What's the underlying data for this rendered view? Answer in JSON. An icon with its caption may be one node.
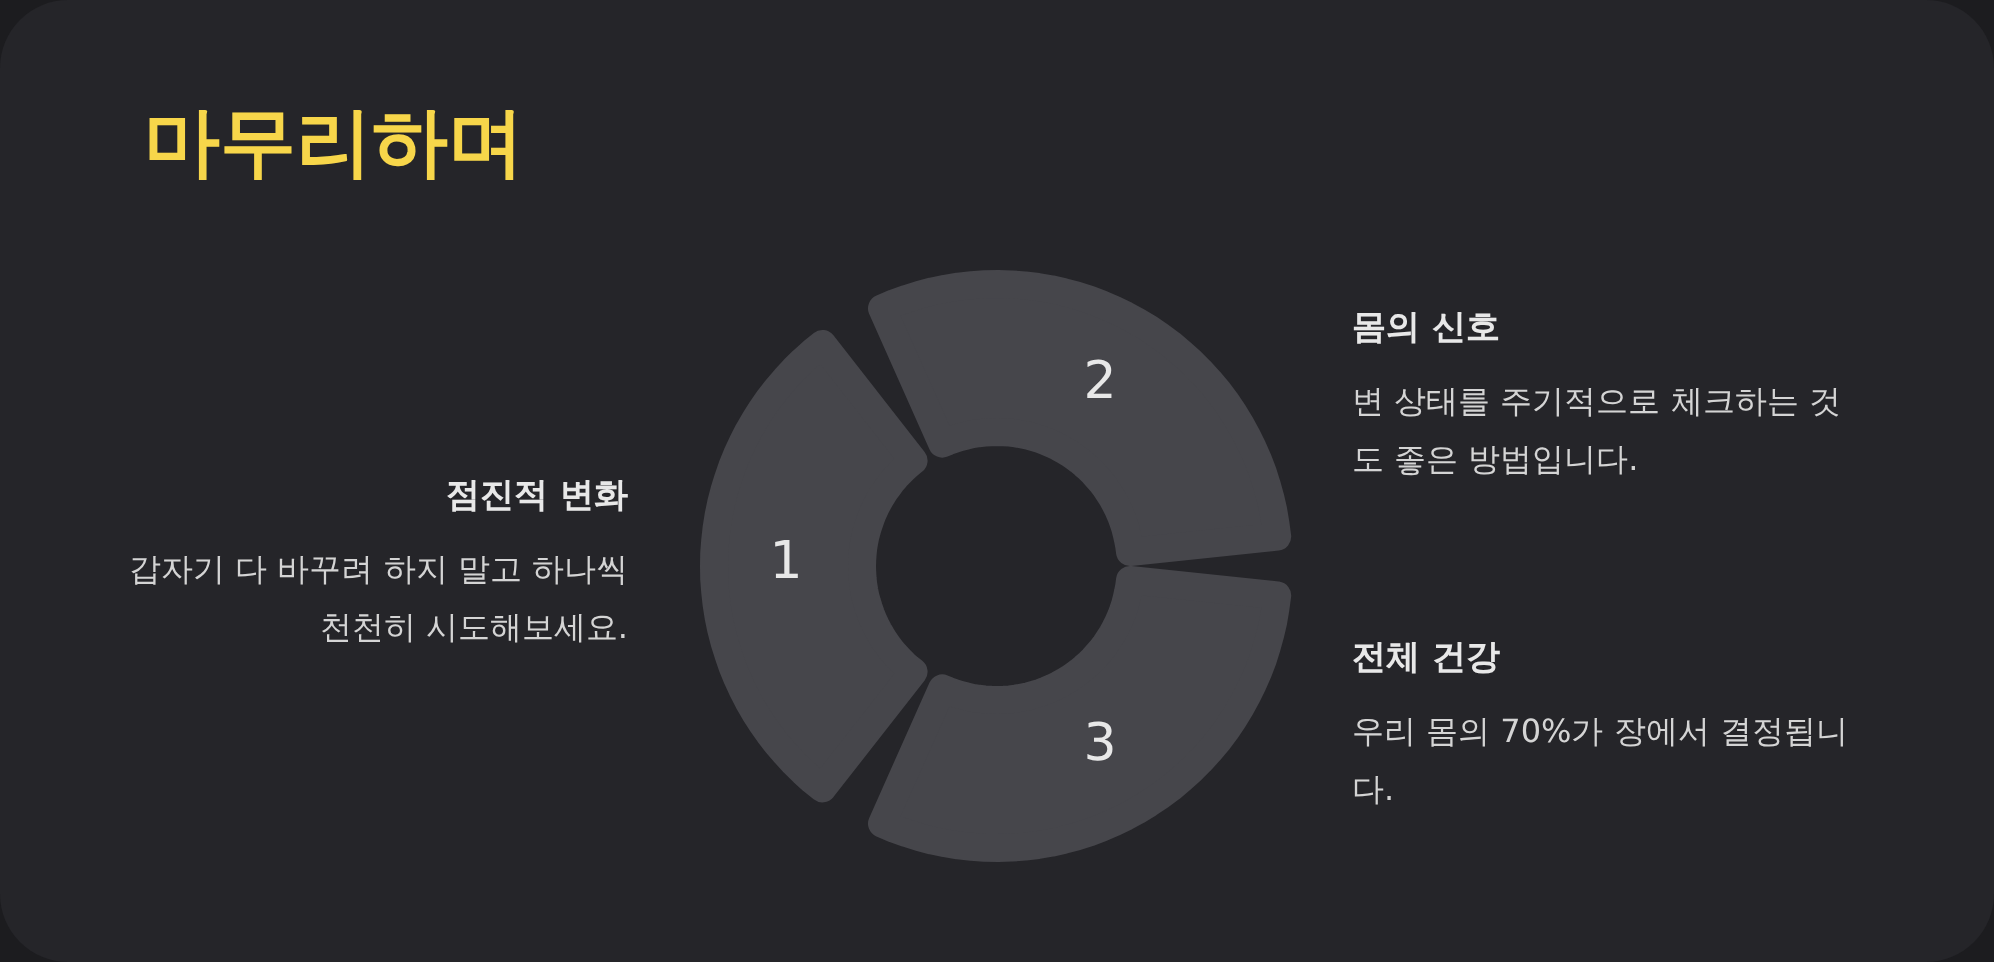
{
  "diagram": {
    "title": "마무리하며",
    "nodes": [
      {
        "text": [
          "1"
        ],
        "beside": [
          "점진적 변화",
          "갑자기 다 바꾸려 하지 말고 하나씩 천천히 시도해보세요."
        ]
      },
      {
        "text": [
          "2"
        ],
        "beside": [
          "몸의 신호",
          "변 상태를 주기적으로 체크하는 것도 좋은 방법입니다."
        ]
      },
      {
        "text": [
          "3"
        ],
        "beside": [
          "전체 건강",
          "우리 몸의 70%가 장에서 결정됩니다."
        ]
      }
    ]
  }
}
